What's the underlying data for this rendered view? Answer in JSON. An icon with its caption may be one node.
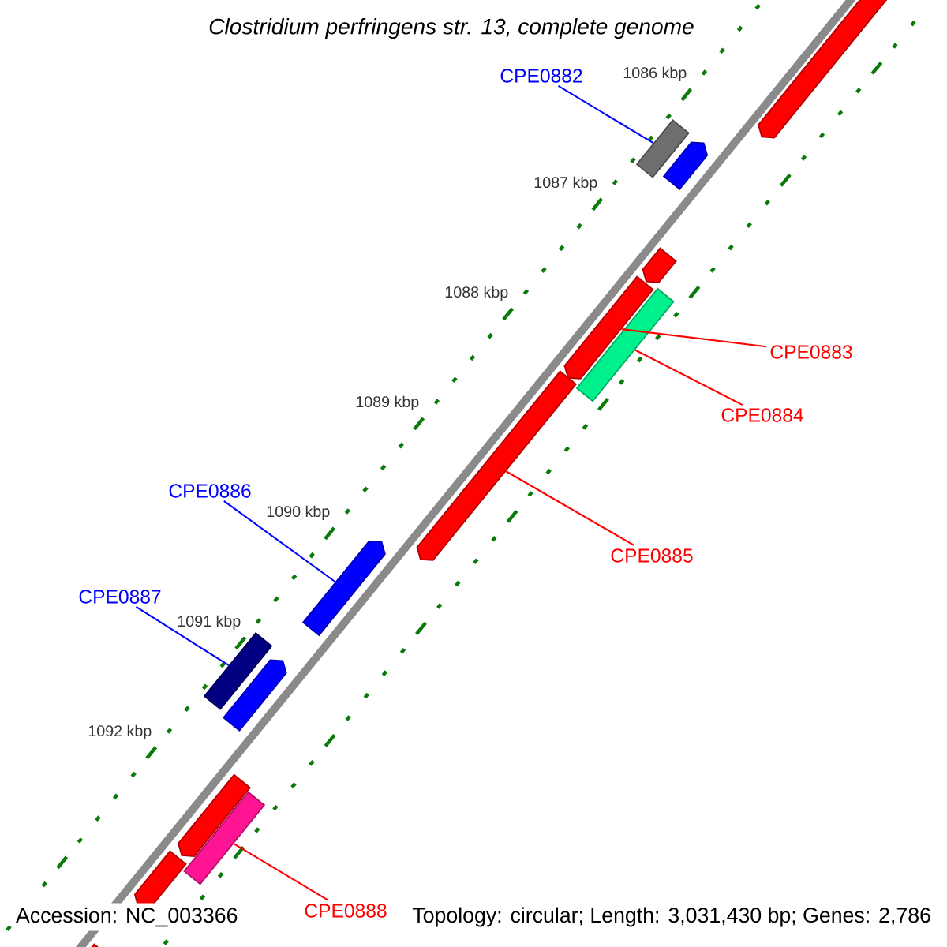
{
  "diagram": {
    "title": "Clostridium perfringens str. 13, complete genome",
    "nodes": [
      {
        "text": [
          "CPE0882"
        ]
      },
      {
        "text": [],
        "shape": "pentagon"
      },
      {
        "text": [],
        "shape": "bar"
      },
      {
        "text": [],
        "shape": "pentagon"
      },
      {
        "text": [],
        "shape": "pentagon"
      },
      {
        "text": [],
        "shape": "pentagon"
      },
      {
        "text": [],
        "shape": "bar"
      },
      {
        "text": [
          "CPE0883"
        ]
      },
      {
        "text": [
          "CPE0884"
        ]
      },
      {
        "text": [],
        "shape": "pentagon"
      },
      {
        "text": [
          "CPE0885"
        ]
      },
      {
        "text": [
          "CPE0886"
        ]
      },
      {
        "text": [],
        "shape": "pentagon"
      },
      {
        "text": [
          "CPE0887"
        ]
      },
      {
        "text": [],
        "shape": "bar"
      },
      {
        "text": [],
        "shape": "pentagon"
      },
      {
        "text": [],
        "shape": "pentagon"
      },
      {
        "text": [],
        "shape": "bar"
      },
      {
        "text": [],
        "shape": "pentagon"
      },
      {
        "text": [
          "CPE0888"
        ]
      },
      {
        "text": [],
        "shape": "pentagon"
      }
    ],
    "edges": [
      {
        "from": 0,
        "to": 2,
        "arrow": "none",
        "color": "#0000ff"
      },
      {
        "from": 7,
        "to": 5,
        "arrow": "none"
      },
      {
        "from": 8,
        "to": 6,
        "arrow": "none"
      },
      {
        "from": 10,
        "to": 9,
        "arrow": "none"
      },
      {
        "from": 11,
        "to": 12,
        "arrow": "none",
        "color": "#0000ff"
      },
      {
        "from": 13,
        "to": 14,
        "arrow": "none",
        "color": "#0000ff"
      },
      {
        "from": 19,
        "to": 17,
        "arrow": "none"
      }
    ],
    "labels": [
      "1086 kbp",
      "1087 kbp",
      "1088 kbp",
      "1089 kbp",
      "1090 kbp",
      "1091 kbp",
      "1092 kbp",
      "Accession: NC_003366",
      "Topology: circular; Length: 3,031,430 bp; Genes: 2,786"
    ]
  }
}
